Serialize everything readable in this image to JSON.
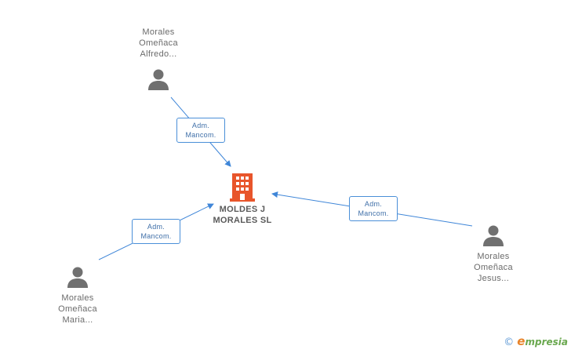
{
  "company": {
    "name_line1": "MOLDES J",
    "name_line2": "MORALES SL",
    "icon": "building-icon",
    "color": "#e8552b"
  },
  "people": [
    {
      "id": "top",
      "lines": [
        "Morales",
        "Omeñaca",
        "Alfredo..."
      ],
      "role_lines": [
        "Adm.",
        "Mancom."
      ]
    },
    {
      "id": "left",
      "lines": [
        "Morales",
        "Omeñaca",
        "Maria..."
      ],
      "role_lines": [
        "Adm.",
        "Mancom."
      ]
    },
    {
      "id": "right",
      "lines": [
        "Morales",
        "Omeñaca",
        "Jesus..."
      ],
      "role_lines": [
        "Adm.",
        "Mancom."
      ]
    }
  ],
  "colors": {
    "edge": "#3f86d8",
    "person_icon": "#707070",
    "badge_text": "#3f6fa8"
  },
  "brand": {
    "copyright": "©",
    "e": "e",
    "rest": "mpresia"
  }
}
